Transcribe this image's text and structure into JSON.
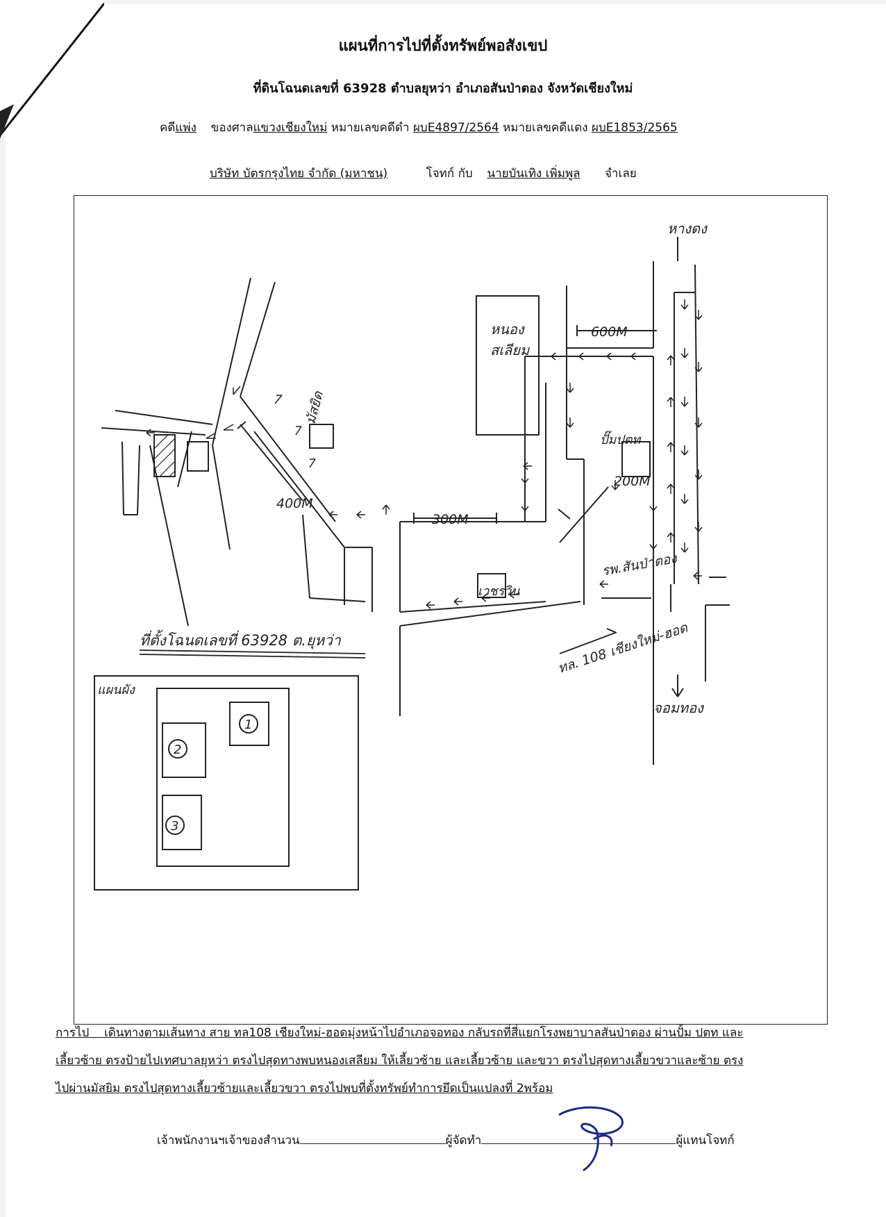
{
  "header": {
    "title": "แผนที่การไปที่ตั้งทรัพย์พอสังเขป",
    "deed_line": "ที่ดินโฉนดเลขที่ 63928 ตำบลยุหว่า อำเภอสันป่าตอง จังหวัดเชียงใหม่"
  },
  "case": {
    "prefix": "คดี",
    "type": "แพ่ง",
    "court_label": "ของศาล",
    "court": "แขวงเชียงใหม่",
    "black_label": "หมายเลขคดีดำ",
    "black_no": "ผบE4897/2564",
    "red_label": "หมายเลขคดีแดง",
    "red_no": "ผบE1853/2565"
  },
  "parties": {
    "plaintiff": "บริษัท บัตรกรุงไทย จำกัด (มหาชน)",
    "plaintiff_label": "โจทก์ กับ",
    "defendant": "นายบันเทิง เพิ่มพูล",
    "defendant_label": "จำเลย"
  },
  "map_labels": {
    "hangdong": "หางดง",
    "nongsaliam": [
      "หนอง",
      "สเลียม"
    ],
    "dist_600": "600M",
    "dist_400": "400M",
    "dist_300": "300M",
    "dist_200": "200M",
    "mosque": "มัสยิด",
    "pump": "ปั๊มปตท",
    "wat": "เวชรวิน",
    "hospital": "รพ.สันป่าตอง",
    "highway": "ทล. 108 เชียงใหม่-ฮอด",
    "chomthong": "จอมทอง",
    "deed_note": "ที่ตั้งโฉนดเลขที่ 63928 ต.ยุหว่า",
    "layout_label": "แผนผัง",
    "lot_1": "1",
    "lot_2": "2",
    "lot_3": "3"
  },
  "directions": {
    "label": "การไป",
    "row1": "เดินทางตามเส้นทาง สาย ทล108 เชียงใหม่-ฮอดมุ่งหน้าไปอำเภอจอทอง กลับรถที่สี่แยกโรงพยาบาลสันป่าตอง ผ่านปั้ม ปตท และ",
    "row2": "เลี้ยวซ้าย ตรงป้ายไปเทศบาลยุหว่า ตรงไปสุดทางพบหนองเสลียม ให้เลี้ยวซ้าย และเลี้ยวซ้าย และขวา ตรงไปสุดทางเลี้ยวขวาและซ้าย ตรง",
    "row3": "ไปผ่านมัสยิม ตรงไปสุดทางเลี้ยวซ้ายและเลี้ยวขวา ตรงไปพบที่ตั้งทรัพย์ทำการยึดเป็นแปลงที่ 2พร้อม"
  },
  "signatures": {
    "officer_label": "เจ้าพนักงานฯเจ้าของสำนวน",
    "preparer_label": "ผู้จัดทำ",
    "representative_label": "ผู้แทนโจทก์"
  },
  "colors": {
    "ink": "#111111",
    "paper": "#ffffff"
  }
}
